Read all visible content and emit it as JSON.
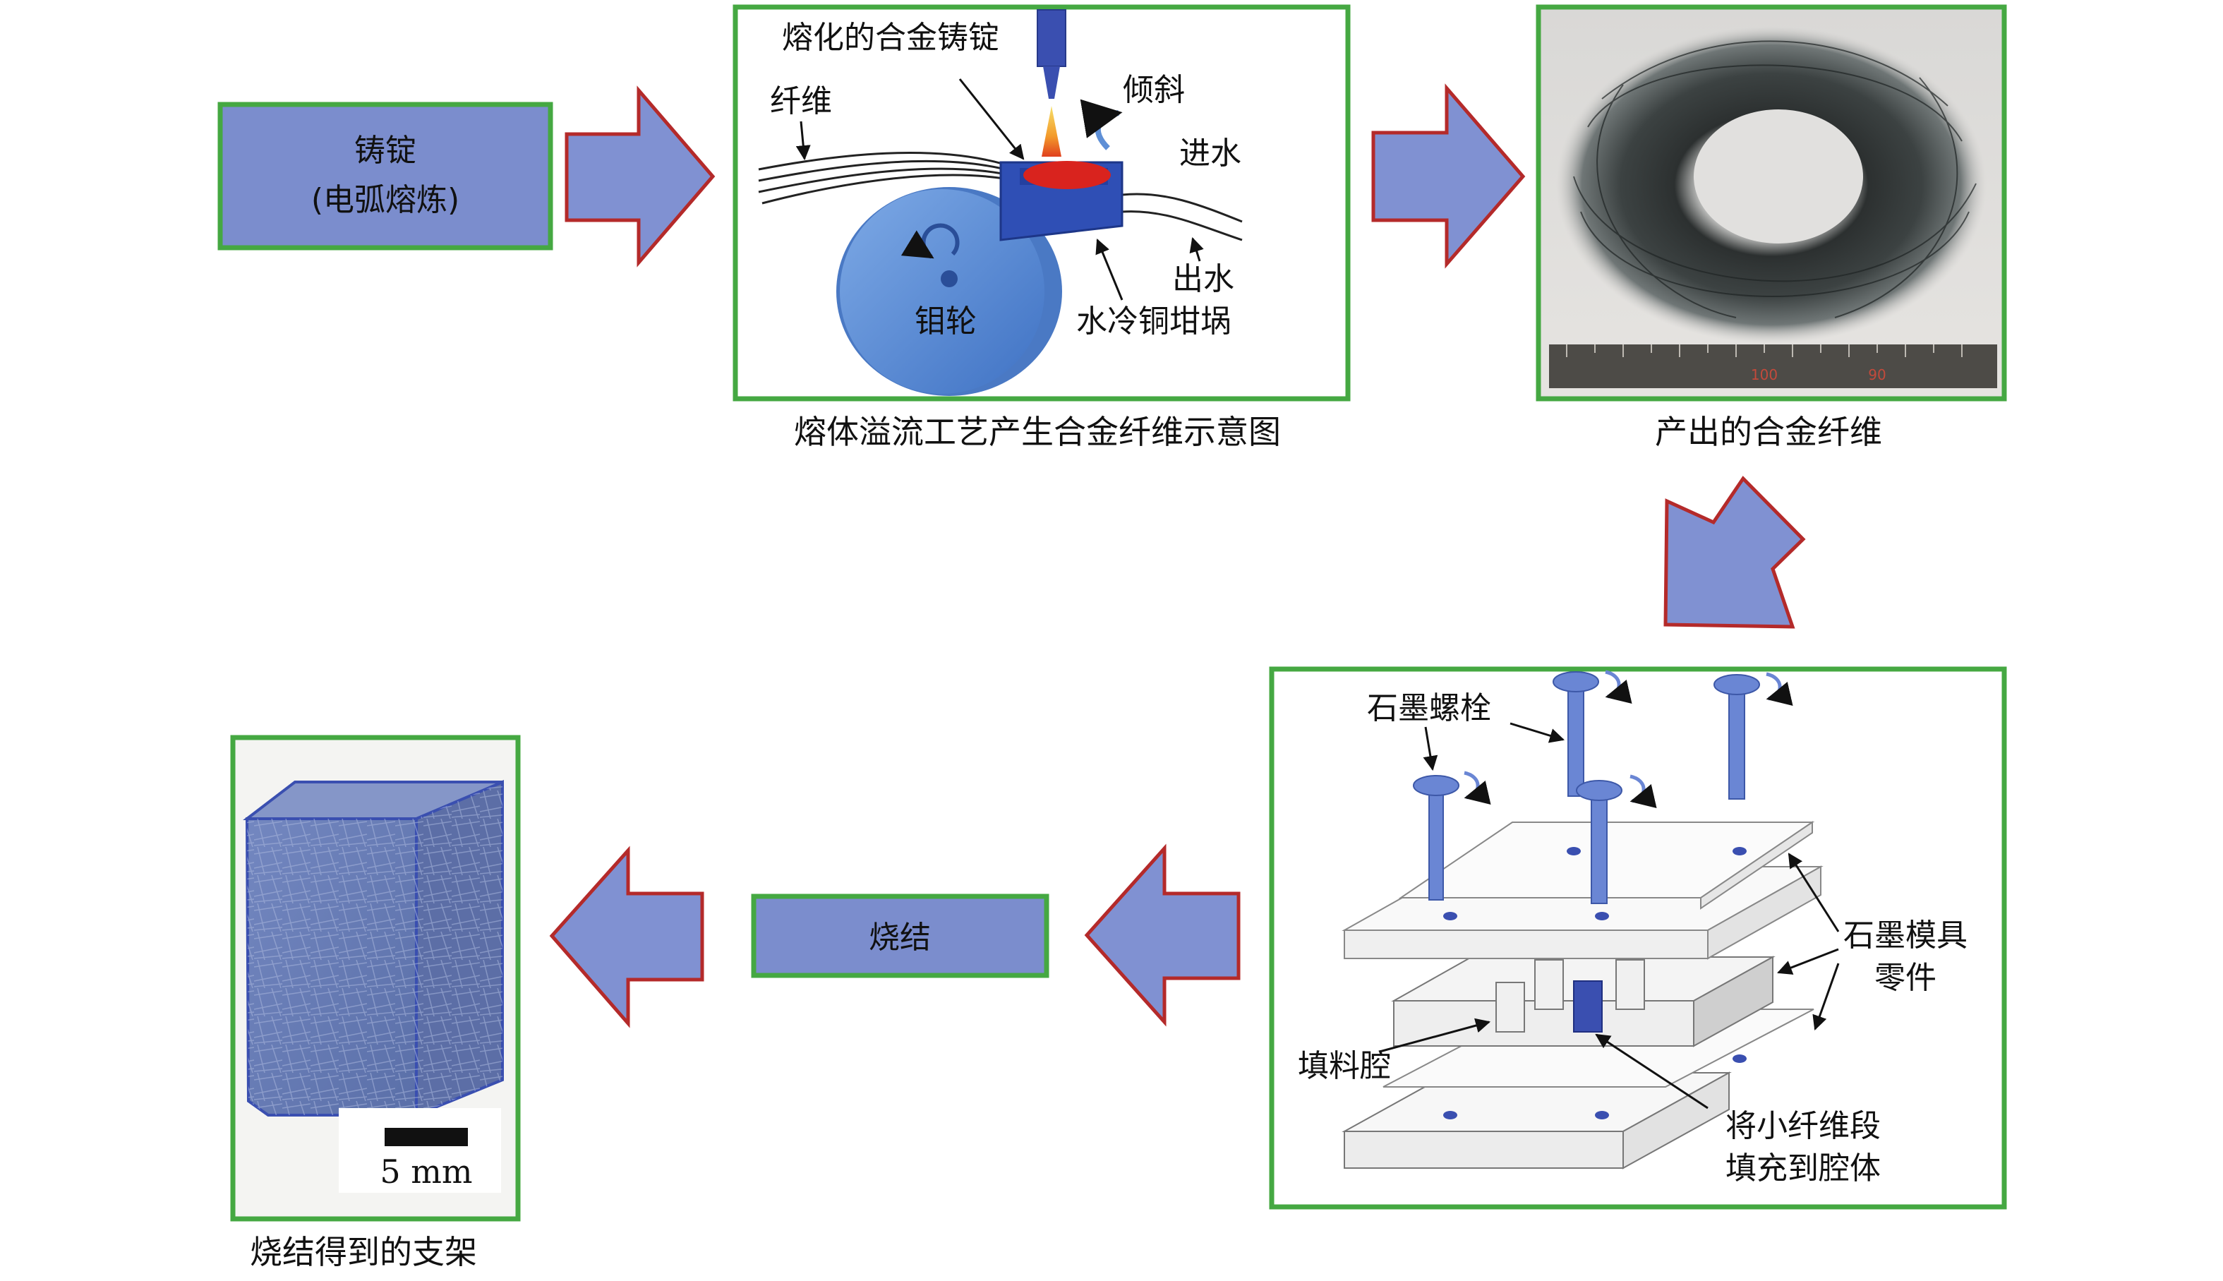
{
  "colors": {
    "frame_green": "#45a842",
    "step_fill": "#7b8dcd",
    "arrow_fill": "#8091d2",
    "arrow_edge": "#b42a2a",
    "wheel_blue": "#5e8fd6",
    "crucible_blue": "#2f4fb5",
    "melt_red": "#d9231e",
    "bolt_blue": "#6a86d4",
    "scaffold_blue": "#6c82bd"
  },
  "steps": {
    "ingot_line1": "铸锭",
    "ingot_line2": "(电弧熔炼)",
    "sintering": "烧结"
  },
  "melt_overflow": {
    "caption": "熔体溢流工艺产生合金纤维示意图",
    "label_molten_ingot": "熔化的合金铸锭",
    "label_fiber": "纤维",
    "label_tilt": "倾斜",
    "label_water_in": "进水",
    "label_water_out": "出水",
    "label_wheel": "钼轮",
    "label_crucible": "水冷铜坩埚"
  },
  "fiber_photo": {
    "caption": "产出的合金纤维",
    "ruler_marks": [
      "100",
      "90"
    ]
  },
  "mold": {
    "label_bolts": "石墨螺栓",
    "label_mold_parts_line1": "石墨模具",
    "label_mold_parts_line2": "零件",
    "label_cavity": "填料腔",
    "label_fill_line1": "将小纤维段",
    "label_fill_line2": "填充到腔体"
  },
  "scaffold": {
    "caption": "烧结得到的支架",
    "scale_label": "5 mm"
  }
}
